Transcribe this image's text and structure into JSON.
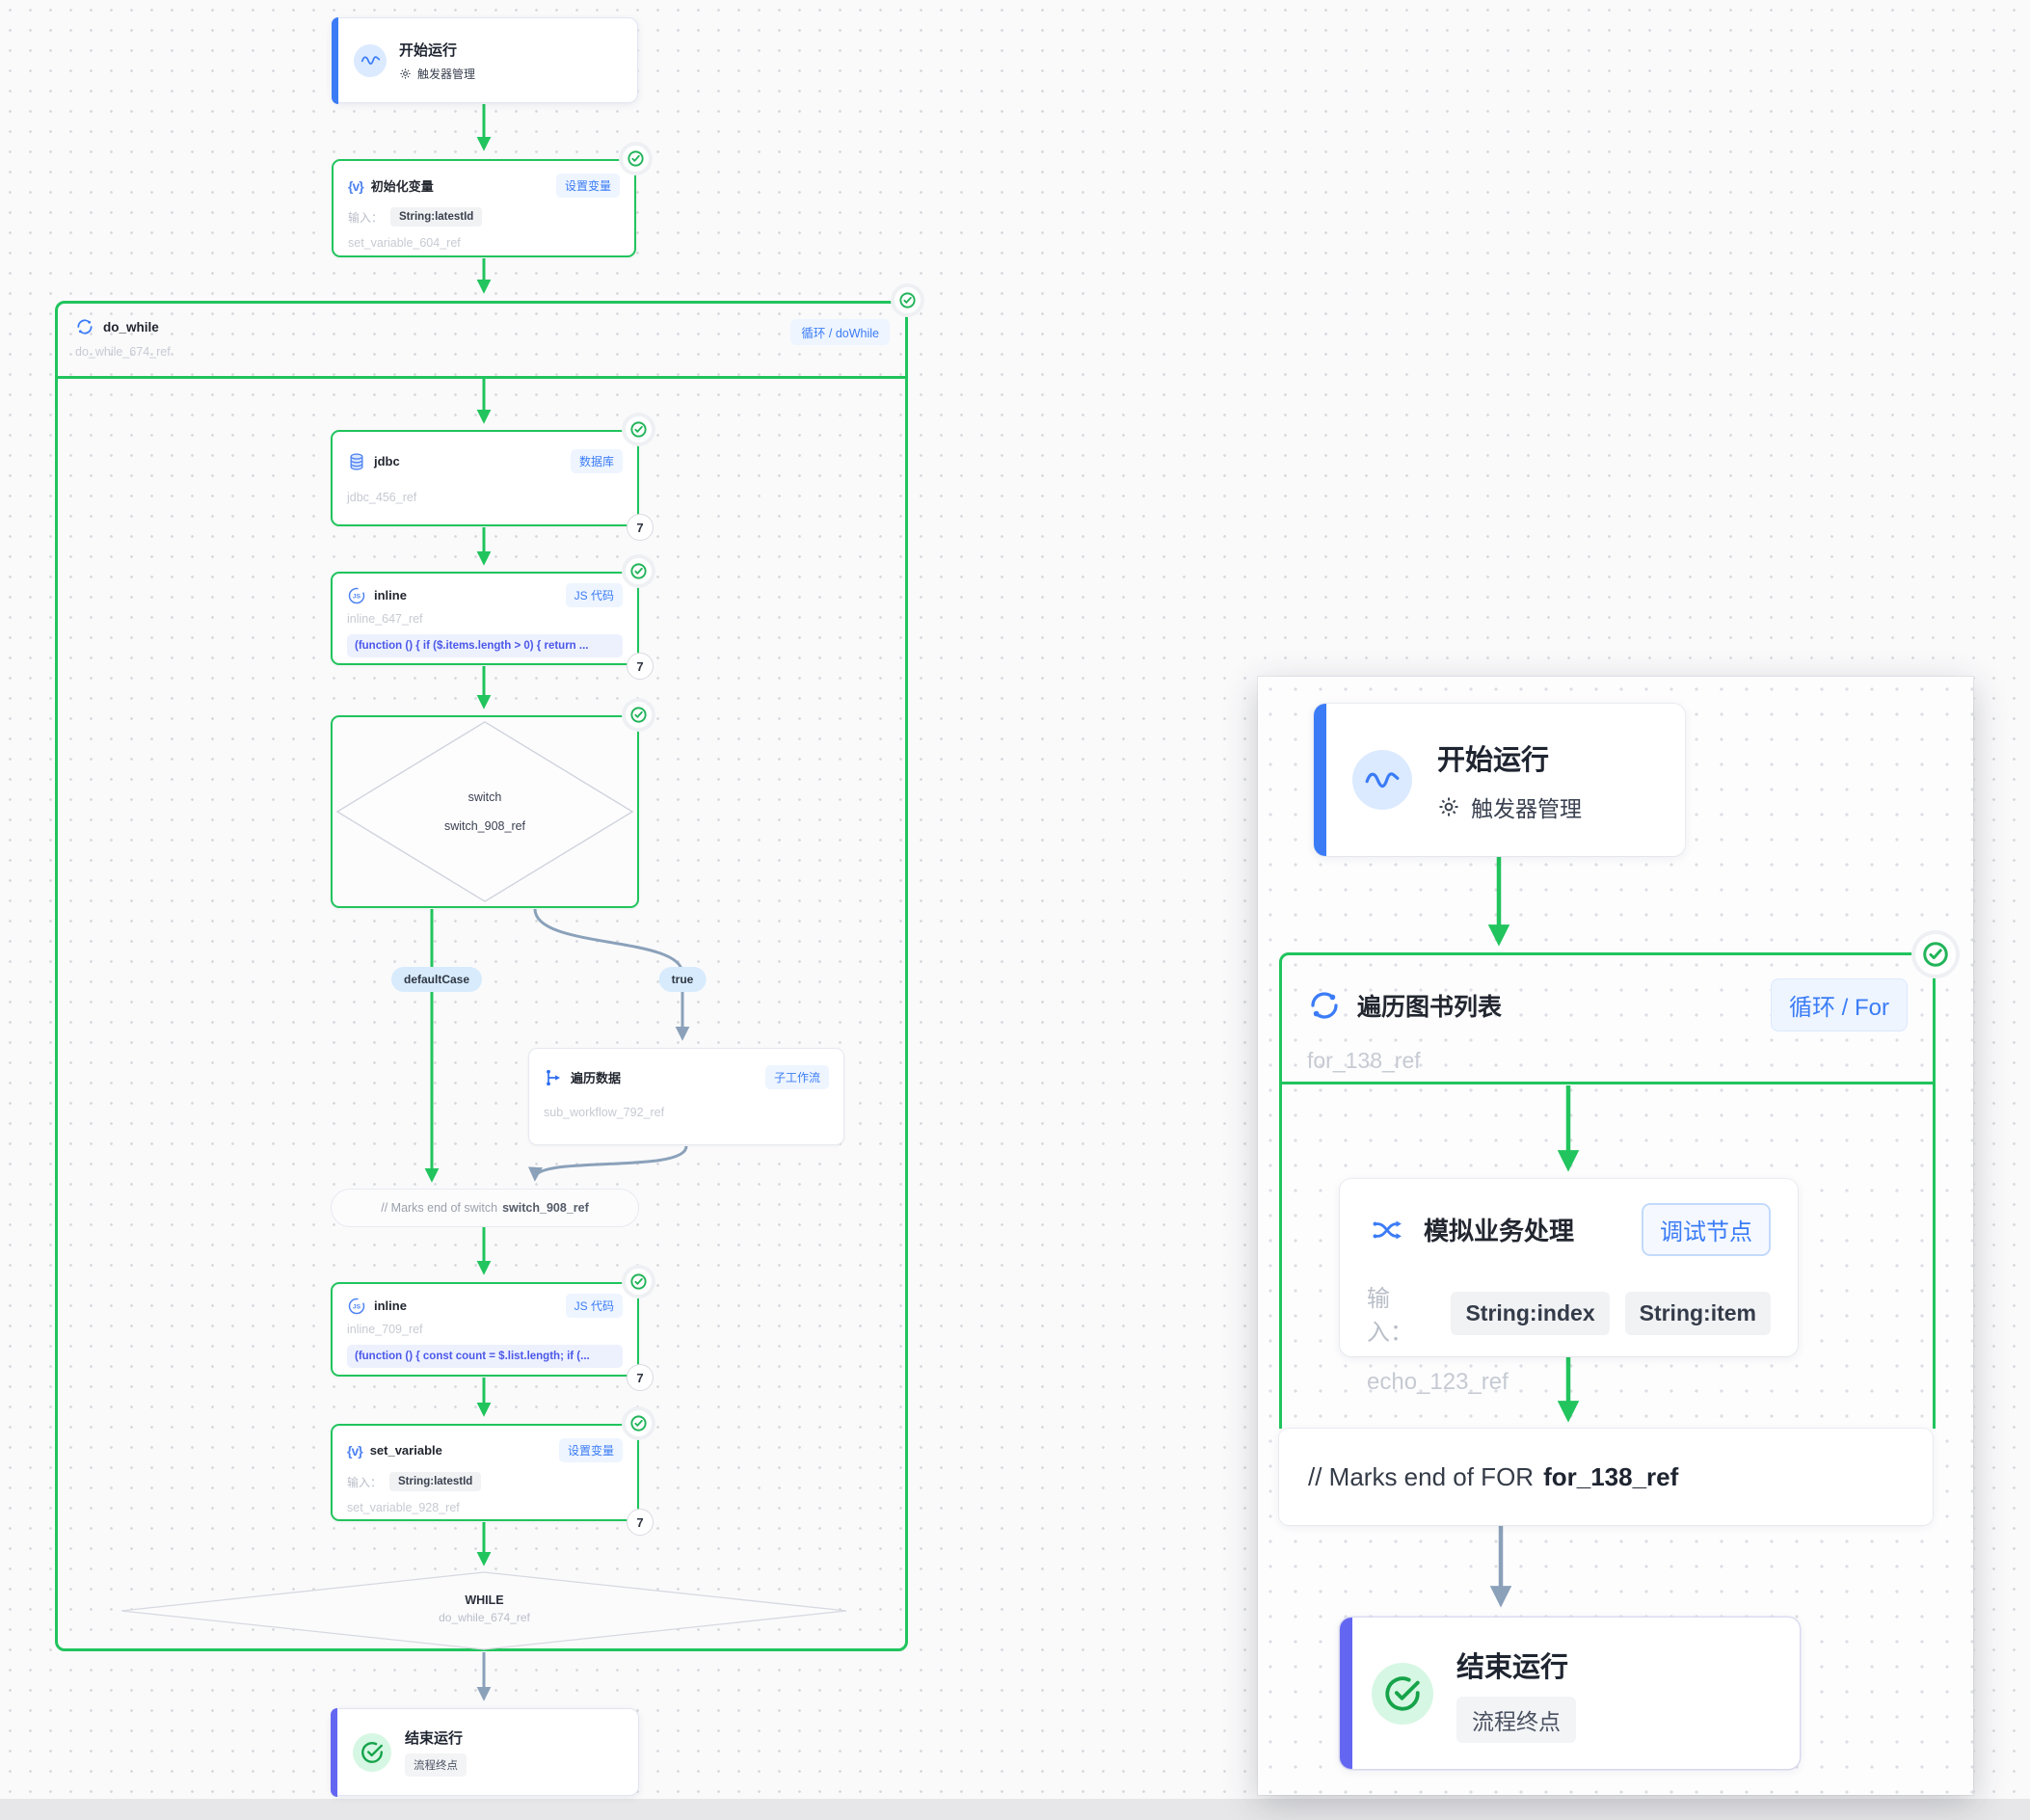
{
  "left": {
    "start": {
      "title": "开始运行",
      "subtitle": "触发器管理"
    },
    "sv604": {
      "title": "初始化变量",
      "badge": "设置变量",
      "input_label": "输入：",
      "input_0": "String:latestId",
      "ref": "set_variable_604_ref"
    },
    "dowhile": {
      "title": "do_while",
      "badge": "循环 / doWhile",
      "ref": "do_while_674_ref"
    },
    "jdbc": {
      "title": "jdbc",
      "badge": "数据库",
      "ref": "jdbc_456_ref",
      "count": "7"
    },
    "inline647": {
      "title": "inline",
      "badge": "JS 代码",
      "ref": "inline_647_ref",
      "code": "(function () { if ($.items.length > 0) { return ...",
      "count": "7"
    },
    "switchnode": {
      "title": "switch",
      "ref": "switch_908_ref"
    },
    "pill_default": "defaultCase",
    "pill_true": "true",
    "subwf": {
      "title": "遍历数据",
      "badge": "子工作流",
      "ref": "sub_workflow_792_ref"
    },
    "marks_switch": {
      "prefix": "// Marks end of switch",
      "ref": "switch_908_ref"
    },
    "inline709": {
      "title": "inline",
      "badge": "JS 代码",
      "ref": "inline_709_ref",
      "code": "(function () { const count = $.list.length; if (...",
      "count": "7"
    },
    "sv928": {
      "title": "set_variable",
      "badge": "设置变量",
      "input_label": "输入：",
      "input_0": "String:latestId",
      "ref": "set_variable_928_ref",
      "count": "7"
    },
    "while_marker": {
      "title": "WHILE",
      "ref": "do_while_674_ref"
    },
    "end": {
      "title": "结束运行",
      "badge": "流程终点"
    }
  },
  "right": {
    "start": {
      "title": "开始运行",
      "subtitle": "触发器管理"
    },
    "forloop": {
      "title": "遍历图书列表",
      "badge": "循环 / For",
      "ref": "for_138_ref"
    },
    "echo": {
      "title": "模拟业务处理",
      "badge": "调试节点",
      "input_label": "输入：",
      "input_0": "String:index",
      "input_1": "String:item",
      "ref": "echo_123_ref"
    },
    "marks_for": {
      "prefix": "// Marks end of FOR",
      "ref": "for_138_ref"
    },
    "end": {
      "title": "结束运行",
      "badge": "流程终点"
    }
  },
  "colors": {
    "success": "#21c45d",
    "accent": "#3b7cf6",
    "idle_edge": "#8ba1ba",
    "end_accent": "#6366f1"
  }
}
